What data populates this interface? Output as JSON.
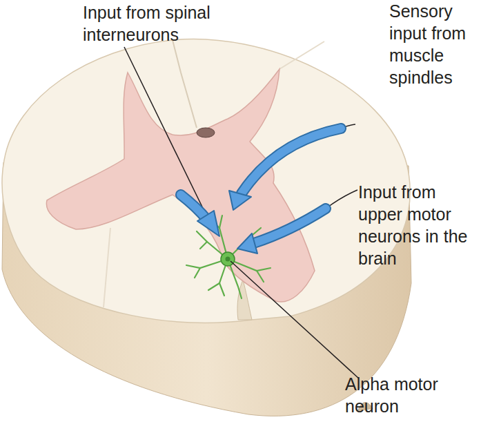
{
  "diagram": {
    "labels": [
      "Input from spinal interneurons",
      "Sensory input from muscle spindles",
      "Input from upper motor neurons in the brain",
      "Alpha motor neuron"
    ]
  }
}
